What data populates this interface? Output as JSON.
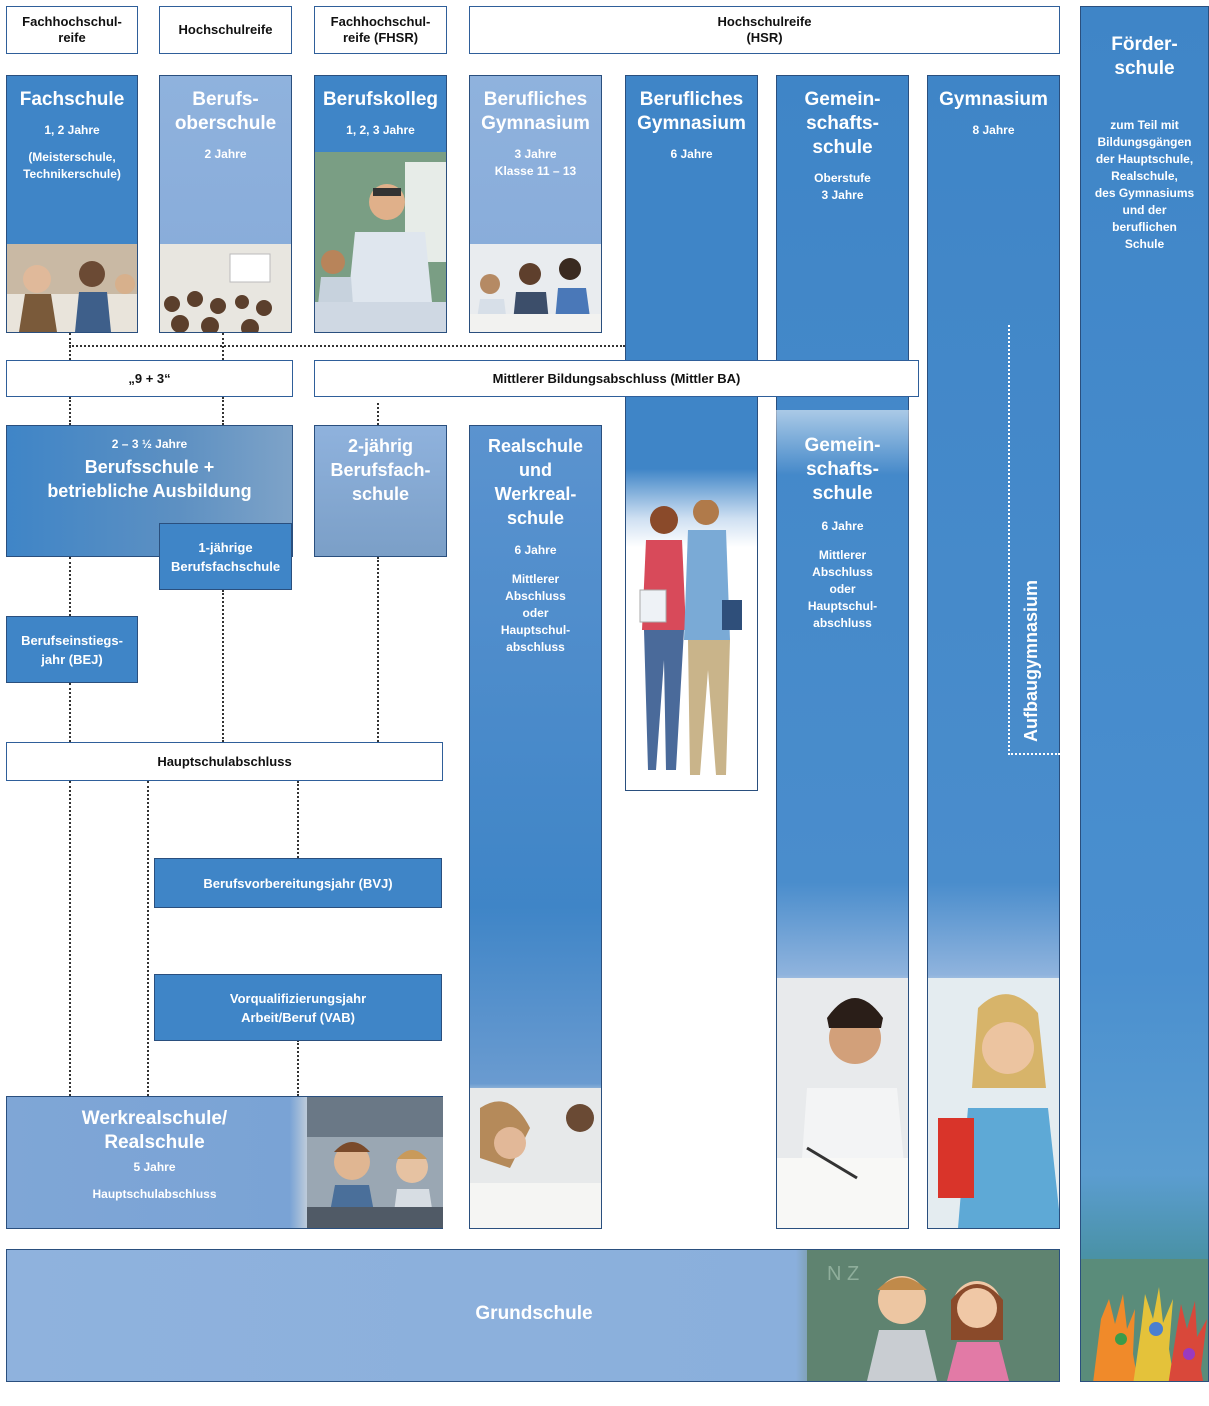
{
  "qualifications": {
    "fhr_1": "Fachhochschul-\nreife",
    "hr": "Hochschulreife",
    "fhsr": "Fachhochschul-\nreife (FHSR)",
    "hsr": "Hochschulreife\n(HSR)",
    "nine_plus_three": "„9 + 3“",
    "mittlerer_ba": "Mittlerer Bildungsabschluss (Mittler BA)",
    "hauptschulabschluss": "Hauptschulabschluss"
  },
  "schools": {
    "fachschule": {
      "title": "Fachschule",
      "duration": "1, 2 Jahre",
      "note": "(Meisterschule,\nTechnikerschule)"
    },
    "berufsoberschule": {
      "title": "Berufs-\noberschule",
      "duration": "2 Jahre"
    },
    "berufskolleg": {
      "title": "Berufskolleg",
      "duration": "1, 2, 3 Jahre"
    },
    "berufl_gym_3": {
      "title": "Berufliches\nGymnasium",
      "duration": "3 Jahre\nKlasse 11 – 13"
    },
    "berufl_gym_6": {
      "title": "Berufliches\nGymnasium",
      "duration": "6 Jahre"
    },
    "gemeinschaftsschule_ob": {
      "title": "Gemein-\nschafts-\nschule",
      "duration": "Oberstufe\n3 Jahre"
    },
    "gymnasium": {
      "title": "Gymnasium",
      "duration": "8 Jahre"
    },
    "foerderschule": {
      "title": "Förder-\nschule",
      "desc": "zum Teil mit\nBildungsgängen\nder Hauptschule,\nRealschule,\ndes Gymnasiums\nund der\nberuflichen\nSchule"
    },
    "berufsschule": {
      "duration": "2 – 3 ½ Jahre",
      "title": "Berufsschule +\nbetriebliche Ausbildung"
    },
    "bfs_1": {
      "title": "1-jährige\nBerufsfachschule"
    },
    "bfs_2": {
      "title": "2-jährig\nBerufsfach-\nschule"
    },
    "realschule": {
      "title": "Realschule\nund\nWerkreal-\nschule",
      "duration": "6 Jahre",
      "note": "Mittlerer\nAbschluss\noder\nHauptschul-\nabschluss"
    },
    "gemeinschaftsschule": {
      "title": "Gemein-\nschafts-\nschule",
      "duration": "6 Jahre",
      "note": "Mittlerer\nAbschluss\noder\nHauptschul-\nabschluss"
    },
    "bej": {
      "title": "Berufseinstiegs-\njahr (BEJ)"
    },
    "aufbaugymnasium": {
      "title": "Aufbaugymnasium"
    },
    "bvj": {
      "title": "Berufsvorbereitungsjahr (BVJ)"
    },
    "vab": {
      "title": "Vorqualifizierungsjahr\nArbeit/Beruf (VAB)"
    },
    "werkrealschule": {
      "title": "Werkrealschule/\nRealschule",
      "duration": "5 Jahre",
      "note": "Hauptschulabschluss"
    },
    "grundschule": {
      "title": "Grundschule"
    }
  },
  "colors": {
    "dark": "#3f85c7",
    "light": "#8fb2dd",
    "border": "#2a4f7e"
  }
}
